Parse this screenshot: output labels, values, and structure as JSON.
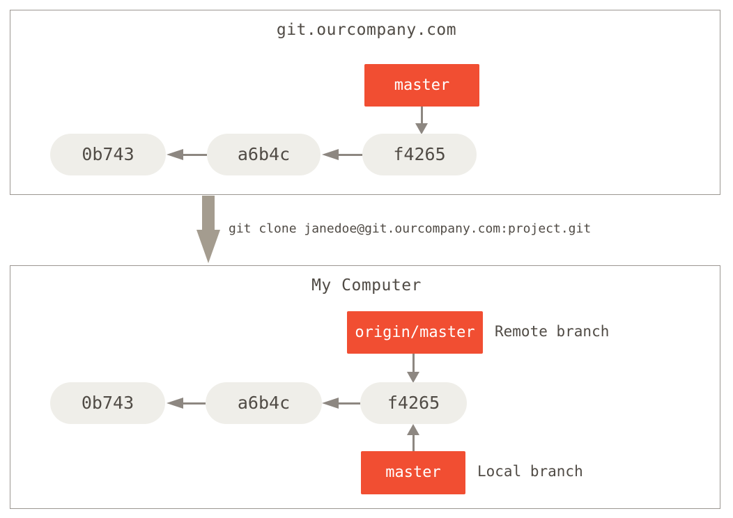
{
  "colors": {
    "branch_box": "#f14e32",
    "branch_text": "#ffffff",
    "commit_pill": "#efeee9",
    "text": "#504b45",
    "arrow": "#8d8781",
    "clone_arrow": "#a49c8f",
    "box_border": "#9b9691",
    "background": "#ffffff"
  },
  "server": {
    "title": "git.ourcompany.com",
    "branch_label": "master",
    "commits": [
      "0b743",
      "a6b4c",
      "f4265"
    ]
  },
  "clone": {
    "command": "git clone janedoe@git.ourcompany.com:project.git"
  },
  "local": {
    "title": "My Computer",
    "remote_branch_label": "origin/master",
    "remote_annotation": "Remote branch",
    "local_branch_label": "master",
    "local_annotation": "Local branch",
    "commits": [
      "0b743",
      "a6b4c",
      "f4265"
    ]
  }
}
